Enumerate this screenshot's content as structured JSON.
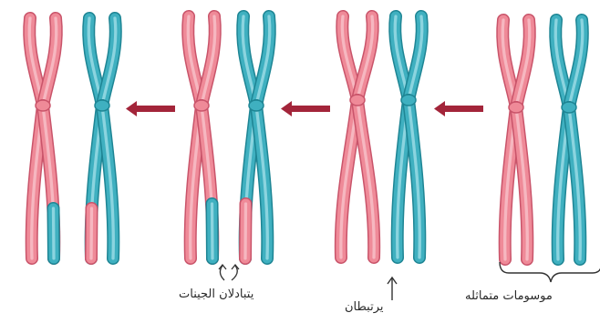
{
  "colors": {
    "pink": "#ef8a98",
    "pink_dark": "#c9546a",
    "pink_light": "#f8c2cb",
    "teal": "#3fb0c0",
    "teal_dark": "#1e8594",
    "teal_light": "#9fdde6",
    "arrow": "#a3253a",
    "pointer": "#333333"
  },
  "labels": {
    "homologous": "موسومات متماثله",
    "synapsis": "يرتبطان",
    "crossing_over": "يتبادلان الجينات"
  },
  "stages": [
    {
      "stage": "homologous-pair"
    },
    {
      "stage": "synapsis"
    },
    {
      "stage": "crossing-over"
    },
    {
      "stage": "recombined-pair"
    }
  ],
  "arrows": [
    {
      "direction": "left"
    },
    {
      "direction": "left"
    },
    {
      "direction": "left"
    }
  ]
}
